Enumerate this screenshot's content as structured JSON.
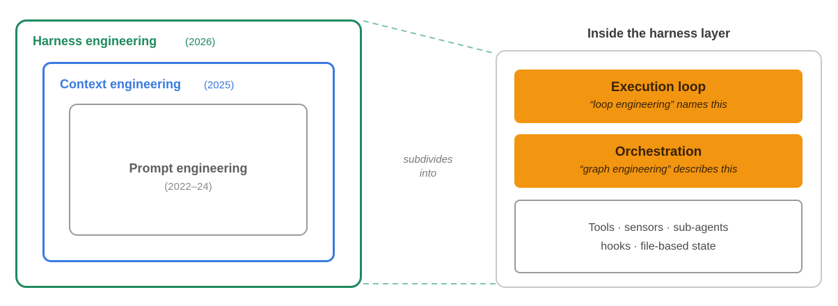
{
  "colors": {
    "harness": "#1f8a5f",
    "context": "#3b7be0",
    "prompt": "#9a9a9a",
    "orange": "#f29510",
    "connector": "#7fc4a8"
  },
  "left": {
    "harness": {
      "title": "Harness engineering",
      "year": "(2026)"
    },
    "context": {
      "title": "Context engineering",
      "year": "(2025)"
    },
    "prompt": {
      "title": "Prompt engineering",
      "year": "(2022–24)"
    }
  },
  "connector_label": [
    "subdivides",
    "into"
  ],
  "right": {
    "heading": "Inside the harness layer",
    "cards": [
      {
        "title": "Execution loop",
        "subtitle": "“loop engineering” names this"
      },
      {
        "title": "Orchestration",
        "subtitle": "“graph engineering” describes this"
      }
    ],
    "tools": {
      "line1": "Tools · sensors · sub-agents",
      "line2": "hooks · file-based state"
    }
  }
}
